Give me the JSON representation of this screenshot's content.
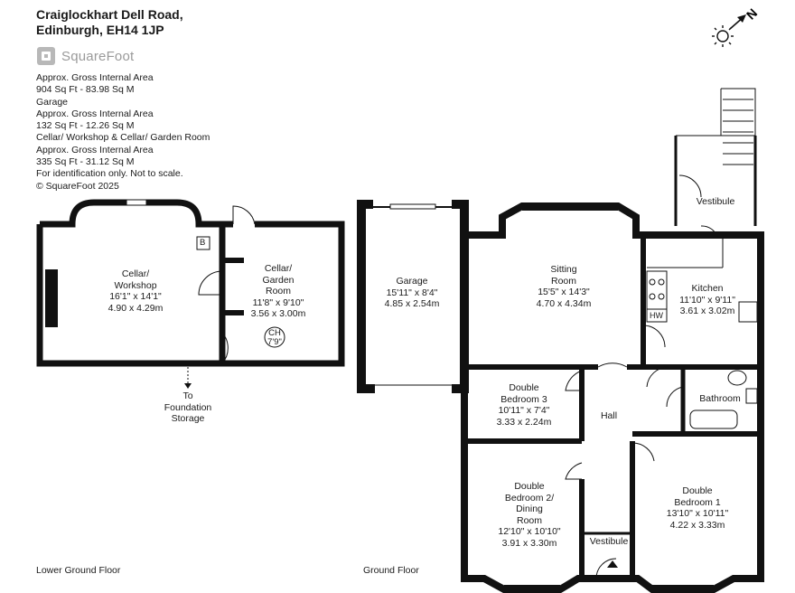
{
  "address": {
    "line1": "Craiglockhart Dell Road,",
    "line2": "Edinburgh, EH14 1JP"
  },
  "logo": {
    "text": "SquareFoot"
  },
  "area_info": [
    "Approx. Gross Internal Area",
    "904 Sq Ft  -  83.98 Sq M",
    "Garage",
    "Approx. Gross Internal Area",
    "132 Sq Ft  -  12.26 Sq M",
    "Cellar/ Workshop & Cellar/ Garden Room",
    "Approx. Gross Internal Area",
    "335 Sq Ft  -  31.12 Sq M",
    "For identification only. Not to scale.",
    "© SquareFoot 2025"
  ],
  "compass": {
    "label": "N"
  },
  "rooms": {
    "cellar_workshop": [
      "Cellar/",
      "Workshop",
      "16'1\" x 14'1\"",
      "4.90 x 4.29m"
    ],
    "cellar_garden": [
      "Cellar/",
      "Garden",
      "Room",
      "11'8\" x 9'10\"",
      "3.56 x 3.00m"
    ],
    "garage": [
      "Garage",
      "15'11\" x 8'4\"",
      "4.85 x 2.54m"
    ],
    "sitting": [
      "Sitting",
      "Room",
      "15'5\" x 14'3\"",
      "4.70 x 4.34m"
    ],
    "kitchen": [
      "Kitchen",
      "11'10\" x 9'11\"",
      "3.61 x 3.02m"
    ],
    "vestibule_top": [
      "Vestibule"
    ],
    "bathroom": [
      "Bathroom"
    ],
    "hall": [
      "Hall"
    ],
    "bedroom3": [
      "Double",
      "Bedroom 3",
      "10'11\" x 7'4\"",
      "3.33 x 2.24m"
    ],
    "bedroom2": [
      "Double",
      "Bedroom 2/",
      "Dining",
      "Room",
      "12'10\" x 10'10\"",
      "3.91 x 3.30m"
    ],
    "bedroom1": [
      "Double",
      "Bedroom 1",
      "13'10\" x 10'11\"",
      "4.22 x 3.33m"
    ],
    "vestibule_bottom": [
      "Vestibule"
    ]
  },
  "fixtures": {
    "boiler": "B",
    "ch_line1": "CH",
    "ch_line2": "7'9\"",
    "hw": "HW"
  },
  "foundation": [
    "To",
    "Foundation",
    "Storage"
  ],
  "floors": {
    "lower": "Lower Ground Floor",
    "ground": "Ground Floor"
  }
}
